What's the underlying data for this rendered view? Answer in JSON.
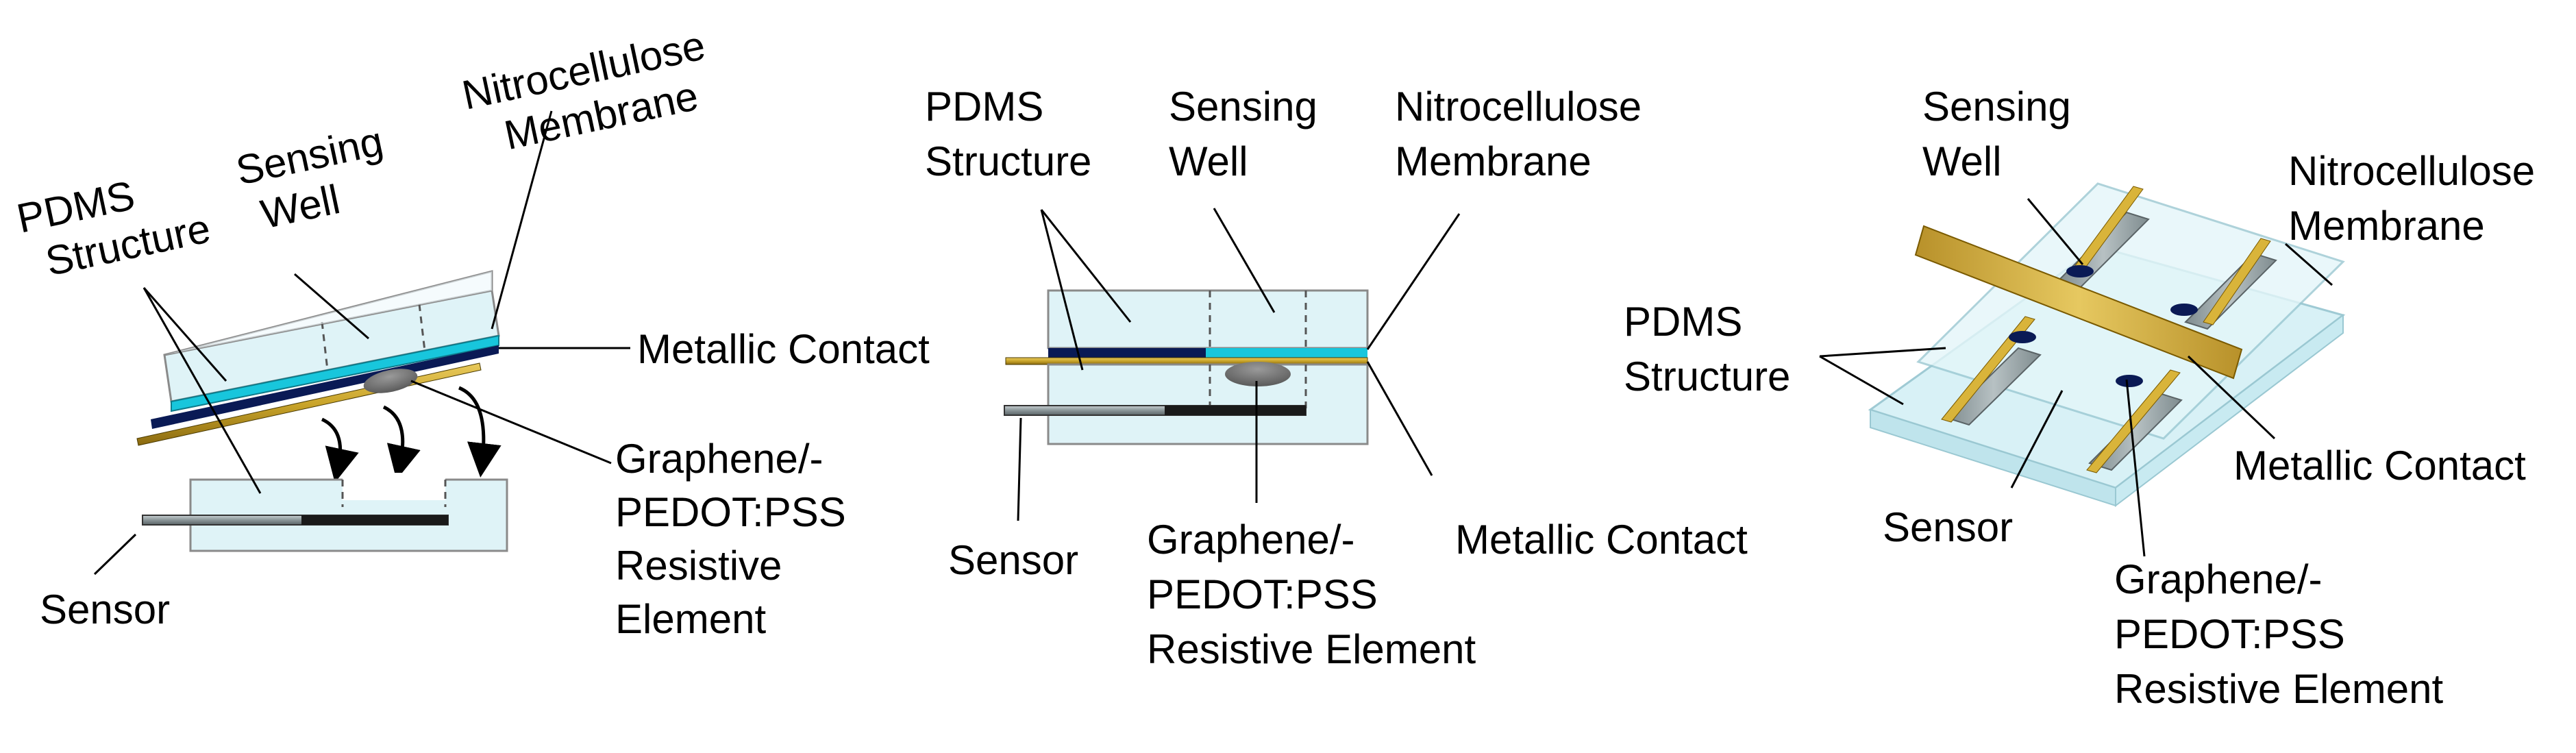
{
  "panel_a": {
    "pdms_structure": [
      "PDMS",
      "Structure"
    ],
    "sensing_well": [
      "Sensing",
      "Well"
    ],
    "nitrocellulose_membrane": [
      "Nitrocellulose",
      "Membrane"
    ],
    "metallic_contact": "Metallic Contact",
    "resistive_element": [
      "Graphene/-",
      "PEDOT:PSS",
      "Resistive",
      "Element"
    ],
    "sensor": "Sensor"
  },
  "panel_b": {
    "pdms_structure": [
      "PDMS",
      "Structure"
    ],
    "sensing_well": [
      "Sensing",
      "Well"
    ],
    "nitrocellulose_membrane": [
      "Nitrocellulose",
      "Membrane"
    ],
    "sensor": "Sensor",
    "resistive_element": [
      "Graphene/-",
      "PEDOT:PSS",
      "Resistive Element"
    ],
    "metallic_contact": "Metallic Contact"
  },
  "panel_c": {
    "sensing_well": [
      "Sensing",
      "Well"
    ],
    "nitrocellulose_membrane": [
      "Nitrocellulose",
      "Membrane"
    ],
    "pdms_structure": [
      "PDMS",
      "Structure"
    ],
    "metallic_contact": "Metallic Contact",
    "sensor": "Sensor",
    "resistive_element": [
      "Graphene/-",
      "PEDOT:PSS",
      "Resistive Element"
    ]
  },
  "colors": {
    "pdms": "#dff3f7",
    "pdms_edge": "#8a8a8a",
    "membrane": "#18c6dc",
    "dark_layer": "#0a1a55",
    "gold": "#c9a42a",
    "sensor": "#9aa5a8"
  }
}
